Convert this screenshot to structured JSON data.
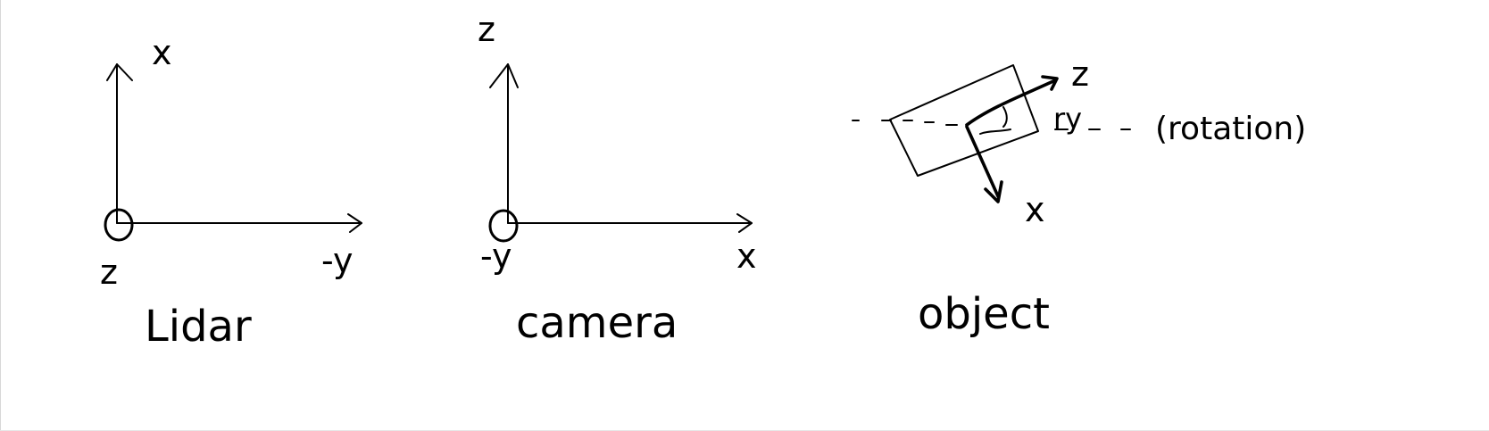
{
  "frames": {
    "lidar": {
      "title": "Lidar",
      "up_axis": "x",
      "right_axis": "-y",
      "out_axis": "z"
    },
    "camera": {
      "title": "camera",
      "up_axis": "z",
      "right_axis": "x",
      "out_axis": "-y"
    },
    "object": {
      "title": "object",
      "forward_axis": "z",
      "side_axis": "x",
      "angle_label": "ry",
      "angle_note": "(rotation)"
    }
  },
  "style": {
    "ink": "#000000",
    "background": "#ffffff"
  }
}
